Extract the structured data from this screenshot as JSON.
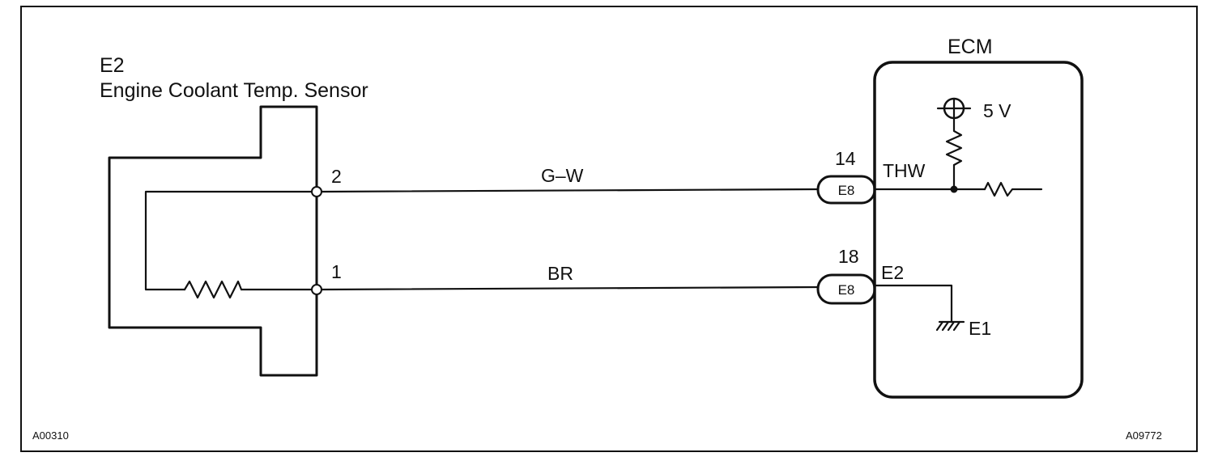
{
  "sensor": {
    "code": "E2",
    "name": "Engine Coolant Temp. Sensor",
    "pin_2": "2",
    "pin_1": "1"
  },
  "wires": {
    "top_color": "G–W",
    "bottom_color": "BR"
  },
  "ecm": {
    "title": "ECM",
    "supply_voltage": "5 V",
    "terminal_top": {
      "pin": "14",
      "connector": "E8",
      "signal": "THW"
    },
    "terminal_bottom": {
      "pin": "18",
      "connector": "E8",
      "signal": "E2"
    },
    "ground": "E1"
  },
  "reference_codes": {
    "left": "A00310",
    "right": "A09772"
  }
}
